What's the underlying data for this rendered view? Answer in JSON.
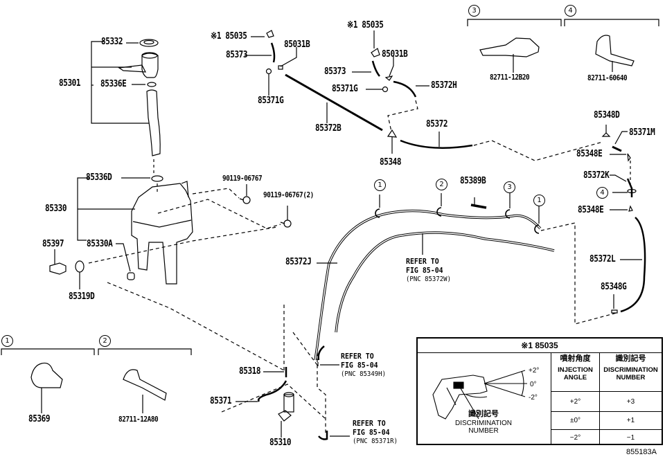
{
  "diagram": {
    "figure_code": "855183A",
    "part_labels": {
      "p85332": "85332",
      "p85301": "85301",
      "p85336E": "85336E",
      "p85336D": "85336D",
      "p85330": "85330",
      "p85330A": "85330A",
      "p85397": "85397",
      "p85319D": "85319D",
      "p90119_a": "90119-06767",
      "p90119_b": "90119-06767(2)",
      "p85035_a": "※1 85035",
      "p85373_a": "85373",
      "p85031B_a": "85031B",
      "p85371G_a": "85371G",
      "p85372B": "85372B",
      "p85035_b": "※1 85035",
      "p85031B_b": "85031B",
      "p85373_b": "85373",
      "p85371G_b": "85371G",
      "p85372H": "85372H",
      "p85372": "85372",
      "p85348": "85348",
      "p82711_12B20": "82711-12B20",
      "p82711_60640": "82711-60640",
      "p85348D": "85348D",
      "p85371M": "85371M",
      "p85348E_a": "85348E",
      "p85372K": "85372K",
      "p85348E_b": "85348E",
      "p85372L": "85372L",
      "p85348G": "85348G",
      "p85389B": "85389B",
      "p85372J": "85372J",
      "p85318": "85318",
      "p85371": "85371",
      "p85310": "85310",
      "p85369": "85369",
      "p82711_12A80": "82711-12A80"
    },
    "references": [
      {
        "line1": "REFER TO",
        "line2": "FIG 85-04",
        "pnc": "(PNC 85372W)"
      },
      {
        "line1": "REFER TO",
        "line2": "FIG 85-04",
        "pnc": "(PNC 85349H)"
      },
      {
        "line1": "REFER TO",
        "line2": "FIG 85-04",
        "pnc": "(PNC 85371R)"
      }
    ],
    "callouts": {
      "c1": "1",
      "c2": "2",
      "c3": "3",
      "c4": "4"
    },
    "clip_groups": [
      {
        "callout": "1",
        "part": "85369"
      },
      {
        "callout": "2",
        "part": "82711-12A80"
      },
      {
        "callout": "3",
        "part": "82711-12B20"
      },
      {
        "callout": "4",
        "part": "82711-60640"
      }
    ]
  },
  "table": {
    "title": "※1 85035",
    "sketch_angles": [
      "+2°",
      "0°",
      "-2°"
    ],
    "sketch_label_jp": "識別記号",
    "sketch_label_en": "DISCRIMINATION NUMBER",
    "columns": [
      {
        "jp": "噴射角度",
        "en": "INJECTION ANGLE"
      },
      {
        "jp": "識別記号",
        "en": "DISCRIMINATION NUMBER"
      }
    ],
    "rows": [
      {
        "angle": "+2°",
        "number": "+3"
      },
      {
        "angle": "±0°",
        "number": "+1"
      },
      {
        "angle": "−2°",
        "number": "−1"
      }
    ]
  }
}
